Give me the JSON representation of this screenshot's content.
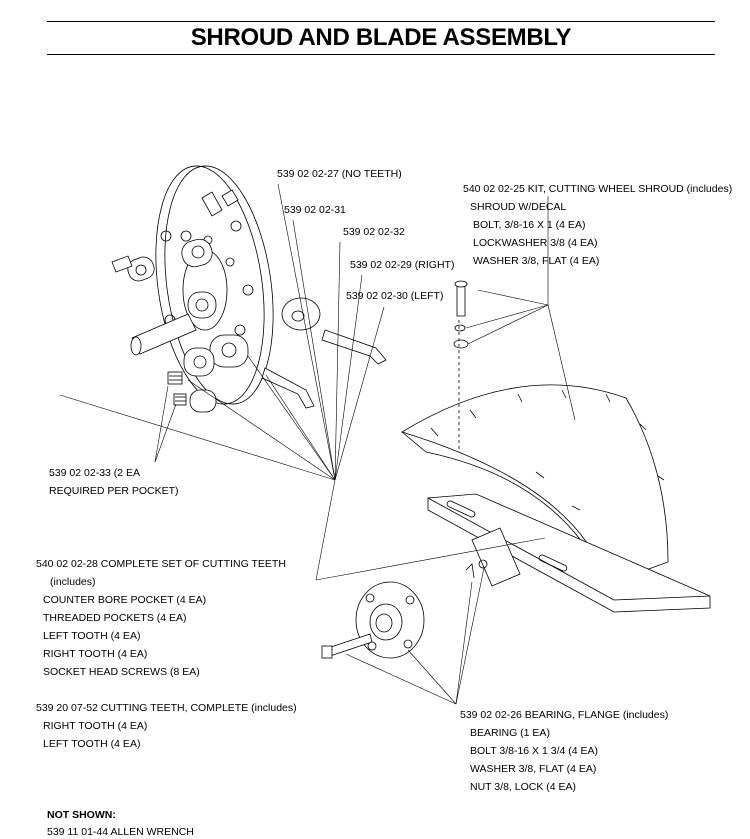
{
  "title": "SHROUD AND BLADE ASSEMBLY",
  "callouts": {
    "no_teeth": "539 02 02-27 (NO TEETH)",
    "p31": "539 02 02-31",
    "p32": "539 02 02-32",
    "p29": "539 02 02-29 (RIGHT)",
    "p30": "539 02 02-30 (LEFT)",
    "p33_line1": "539 02 02-33 (2 EA",
    "p33_line2": "REQUIRED PER POCKET)"
  },
  "shroud_kit": {
    "header": "540 02 02-25 KIT, CUTTING WHEEL SHROUD (includes)",
    "items": [
      "SHROUD W/DECAL",
      "BOLT, 3/8-16 X 1 (4 EA)",
      "LOCKWASHER 3/8 (4 EA)",
      "WASHER 3/8, FLAT (4 EA)"
    ]
  },
  "teeth_set": {
    "header": "540 02 02-28 COMPLETE SET OF CUTTING TEETH",
    "sub": "(includes)",
    "items": [
      "COUNTER BORE POCKET (4 EA)",
      "THREADED POCKETS (4 EA)",
      "LEFT TOOTH (4 EA)",
      "RIGHT TOOTH (4 EA)",
      "SOCKET HEAD SCREWS (8 EA)"
    ]
  },
  "teeth_complete": {
    "header": "539 20 07-52 CUTTING TEETH, COMPLETE (includes)",
    "items": [
      "RIGHT TOOTH (4 EA)",
      "LEFT TOOTH (4 EA)"
    ]
  },
  "bearing": {
    "header": "539 02 02-26 BEARING, FLANGE (includes)",
    "items": [
      "BEARING (1 EA)",
      "BOLT 3/8-16 X 1 3/4 (4 EA)",
      "WASHER 3/8, FLAT (4 EA)",
      "NUT 3/8, LOCK (4 EA)"
    ]
  },
  "not_shown": {
    "heading": "NOT SHOWN:",
    "item": "539 11 01-44 ALLEN WRENCH"
  }
}
